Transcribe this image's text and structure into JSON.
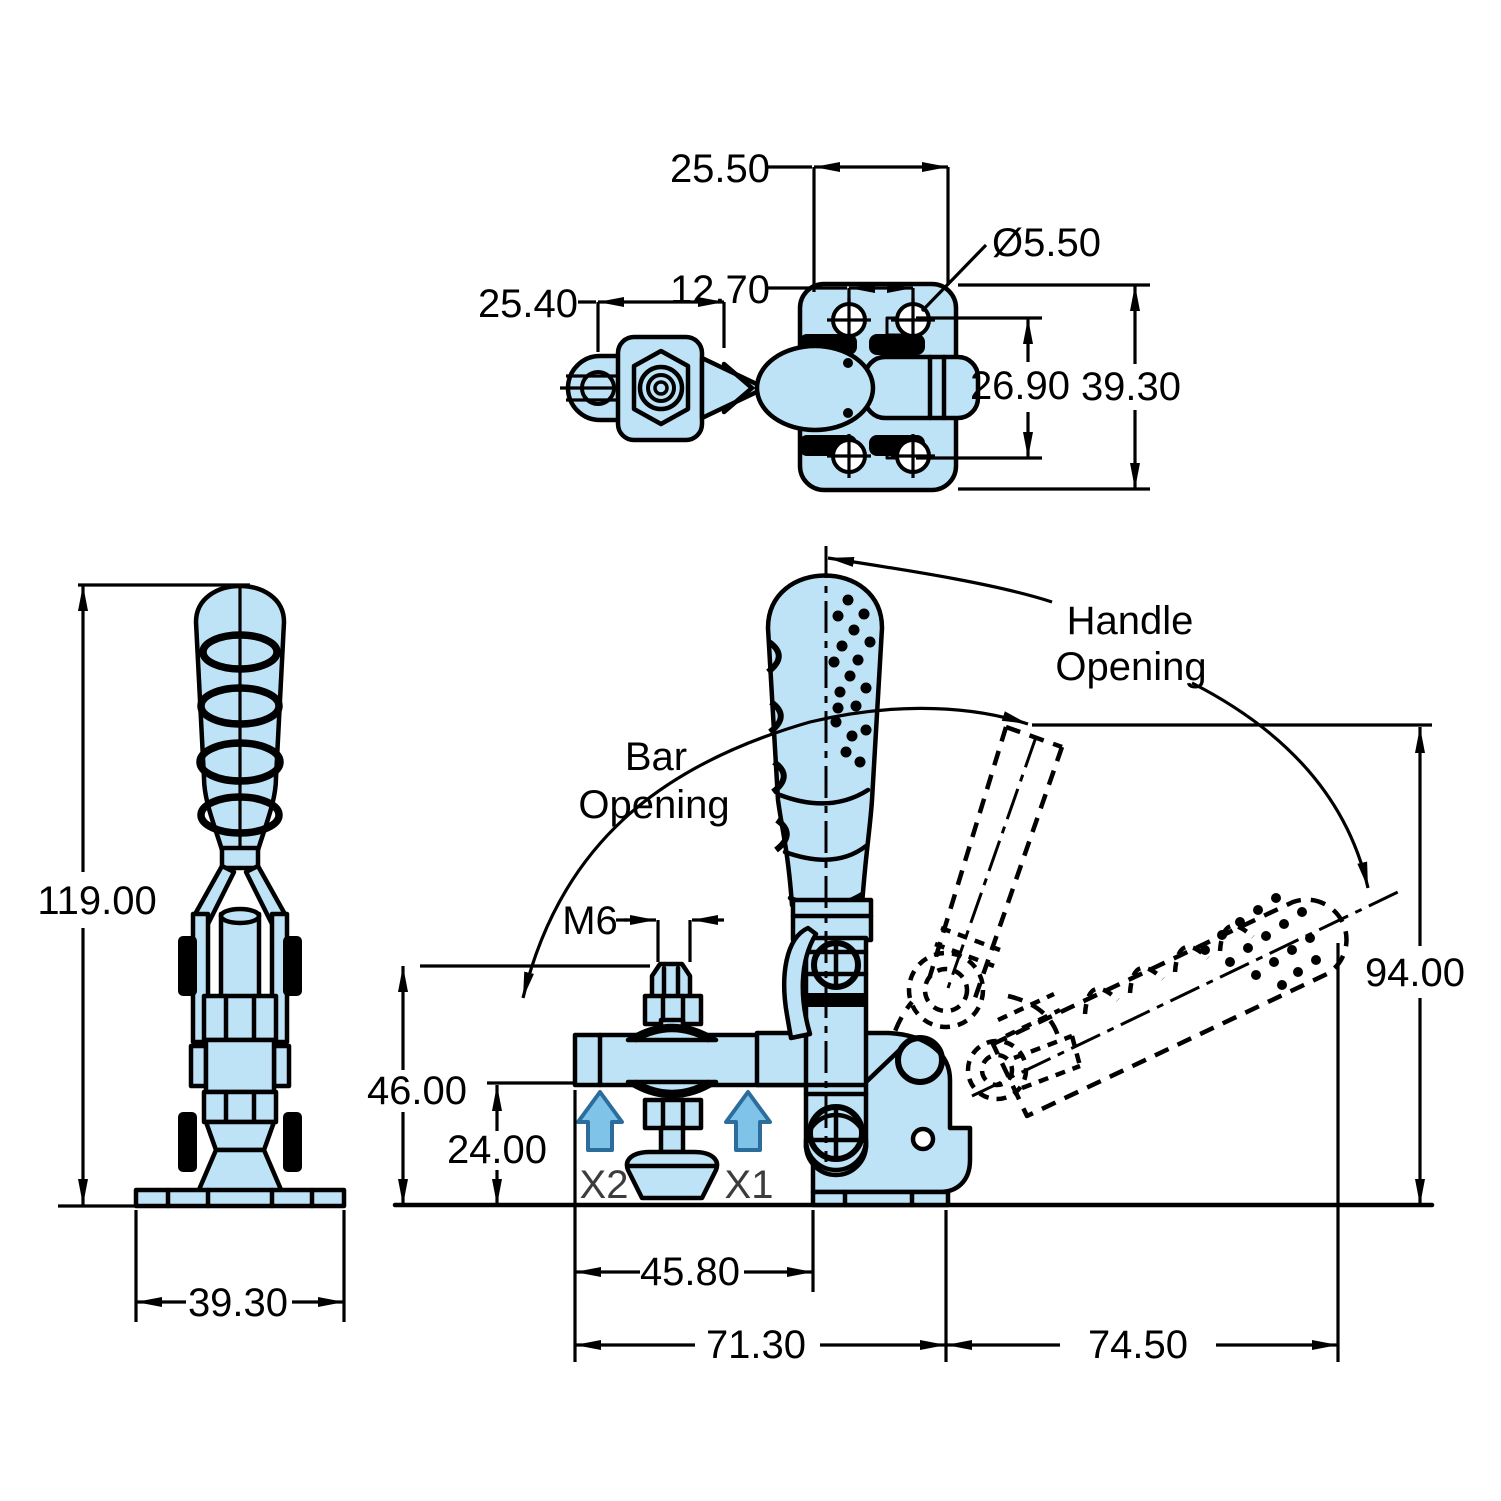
{
  "drawing": {
    "title": "Vertical toggle clamp dimensioned drawing",
    "dims": {
      "top_width_outer": "25.50",
      "hole_pitch": "12.70",
      "hole_diameter": "Ø5.50",
      "bar_end_width": "25.40",
      "pad_width": "26.90",
      "plate_length": "39.30",
      "overall_height": "119.00",
      "base_width": "39.30",
      "spindle_thread": "M6",
      "bar_height": "46.00",
      "base_height": "24.00",
      "slot_length": "45.80",
      "base_length": "71.30",
      "handle_reach": "74.50",
      "open_height": "94.00"
    },
    "labels": {
      "handle_opening": [
        "Handle",
        "Opening"
      ],
      "bar_opening": [
        "Bar",
        "Opening"
      ],
      "x2": "X2",
      "x1": "X1"
    },
    "colors": {
      "part_fill": "#bfe3f6",
      "arrow_fill": "#7fc3e8",
      "arrow_stroke": "#2d6d9c",
      "line": "#000000"
    }
  }
}
